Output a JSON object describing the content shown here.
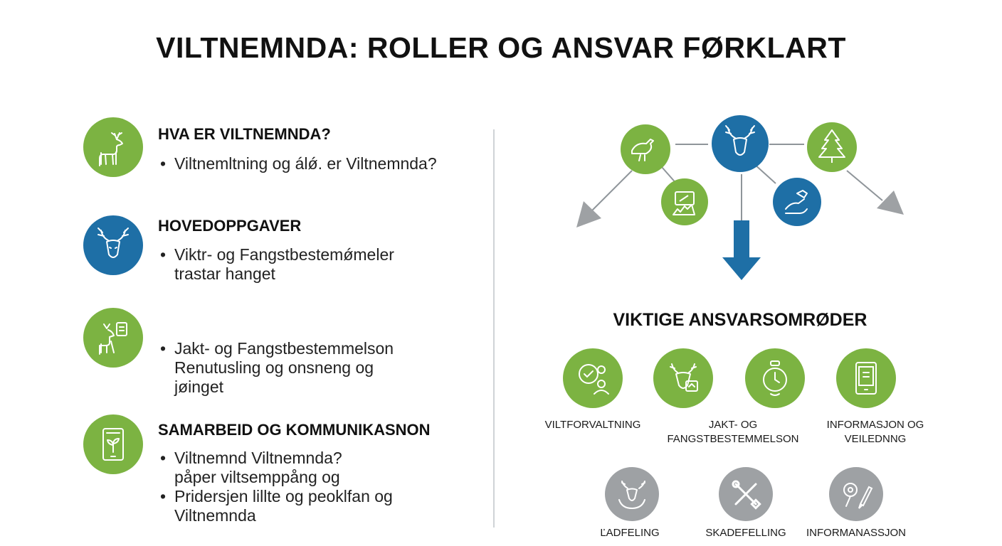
{
  "title": "VILTNEMNDA: ROLLER OG ANSVAR FØRKLART",
  "left": {
    "sections": [
      {
        "heading": "HVA ER VILTNEMNDA?",
        "icon": "deer-icon",
        "color": "#7cb342",
        "bullets": [
          "Viltnemltning og álǿ. er Viltnemnda?"
        ]
      },
      {
        "heading": "HOVEDOPPGAVER",
        "icon": "deer-head-icon",
        "color": "#1e6fa6",
        "bullets": [
          "Viktr- og Fangstbestemǿmeler",
          "trastar hanget"
        ]
      },
      {
        "heading": "",
        "icon": "deer-document-icon",
        "color": "#7cb342",
        "bullets": [
          "Jakt- og Fangstbestemmelson",
          "Renutusling og onsneng og",
          "jøinget"
        ]
      },
      {
        "heading": "SAMARBEID OG KOMMUNIKASNON",
        "icon": "tablet-plant-icon",
        "color": "#7cb342",
        "bullets": [
          "Viltnemnd Viltnemnda?",
          "påper viltsemppång og",
          "Pridersjen lillte og peoklfan og",
          "Viltnemnda"
        ]
      }
    ]
  },
  "flow": {
    "nodes": [
      "bird-icon",
      "deer-head-icon",
      "tree-icon",
      "document-chart-icon",
      "hand-bird-icon"
    ]
  },
  "responsibilities": {
    "heading": "VIKTIGE ANSVARSOMRØDER",
    "items": [
      {
        "label": "VILTFORVALTNING",
        "icon": "search-person-icon",
        "color": "#7cb342"
      },
      {
        "label": "JAKT- OG FANGSTBESTEMMELSON",
        "icon": "deer-document-icon",
        "color": "#7cb342"
      },
      {
        "label": "INFORMASJON OG",
        "label2": "VEILEDNNG",
        "icon": "stopwatch-icon",
        "color": "#7cb342"
      },
      {
        "label": "",
        "icon": "phone-info-icon",
        "color": "#7cb342"
      },
      {
        "label": "ĽADFELING",
        "icon": "deer-cycle-icon",
        "color": "#9ea1a4"
      },
      {
        "label": "SKADEFELLING",
        "icon": "tools-icon",
        "color": "#9ea1a4"
      },
      {
        "label": "INFORMANASSJON",
        "icon": "pin-pen-icon",
        "color": "#9ea1a4"
      }
    ]
  }
}
